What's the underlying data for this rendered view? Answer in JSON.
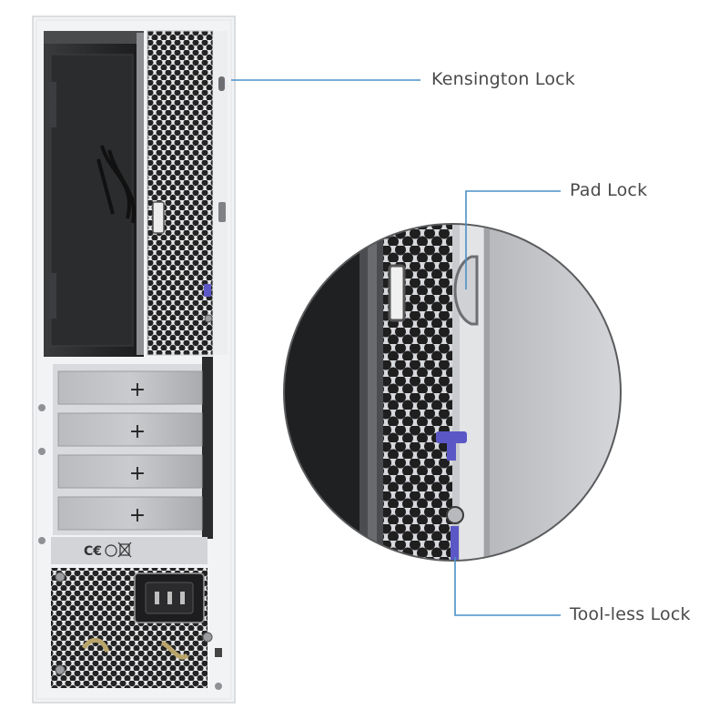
{
  "callouts": {
    "kensington_lock": "Kensington Lock",
    "pad_lock": "Pad Lock",
    "tool_less_lock": "Tool-less Lock"
  },
  "case": {
    "expansion_slots": 4,
    "slot_symbol": "+",
    "certification_marks": "C€"
  },
  "colors": {
    "callout_line": "#4a90c8",
    "lock_accent": "#5b57c6",
    "case_body": "#f1f2f4",
    "label_text": "#4a4a4a"
  },
  "icons": [
    "power-socket-icon",
    "ce-mark-icon",
    "weee-bin-icon"
  ]
}
